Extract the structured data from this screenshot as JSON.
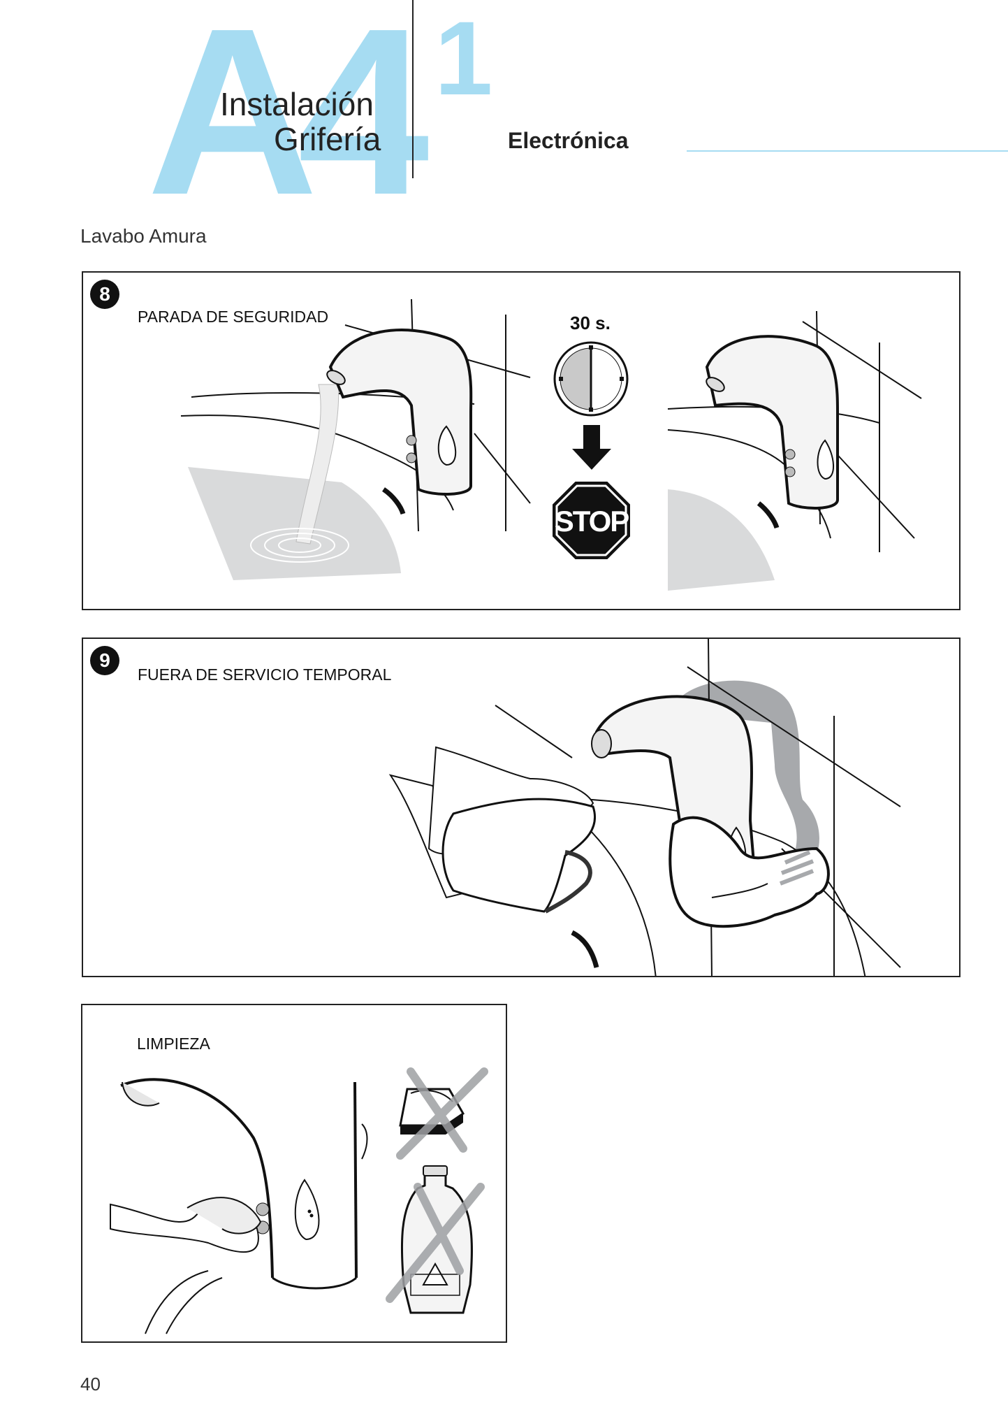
{
  "header": {
    "code": "A4",
    "line1": "Instalación",
    "line2": "Grifería",
    "number": "1",
    "section": "Electrónica",
    "accent_color": "#a6dcf2"
  },
  "subtitle": "Lavabo Amura",
  "steps": [
    {
      "badge": "8",
      "title": "PARADA DE SEGURIDAD",
      "timer": "30 s.",
      "sign": "STOP"
    },
    {
      "badge": "9",
      "title": "FUERA DE SERVICIO TEMPORAL"
    },
    {
      "title": "LIMPIEZA"
    }
  ],
  "footer": {
    "page_number": "40"
  }
}
